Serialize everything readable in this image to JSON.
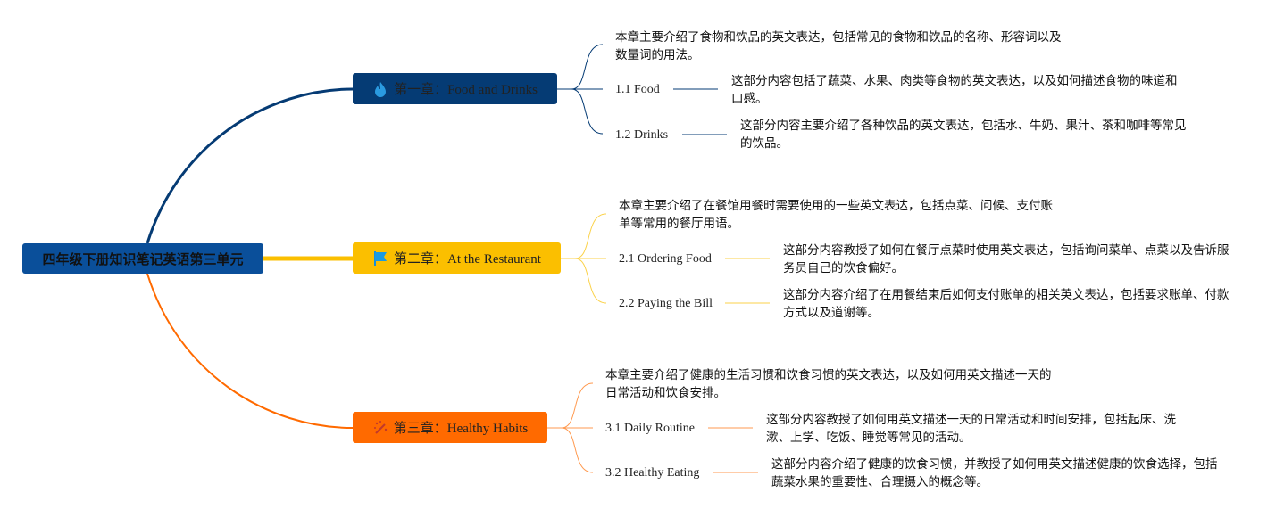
{
  "root": {
    "title": "四年级下册知识笔记英语第三单元"
  },
  "chapters": [
    {
      "title": "第一章：Food and Drinks",
      "icon": "fire-icon",
      "color": "#053b74",
      "summary": "本章主要介绍了食物和饮品的英文表达，包括常见的食物和饮品的名称、形容词以及数量词的用法。",
      "sections": [
        {
          "label": "1.1 Food",
          "desc": "这部分内容包括了蔬菜、水果、肉类等食物的英文表达，以及如何描述食物的味道和口感。"
        },
        {
          "label": "1.2 Drinks",
          "desc": "这部分内容主要介绍了各种饮品的英文表达，包括水、牛奶、果汁、茶和咖啡等常见的饮品。"
        }
      ]
    },
    {
      "title": "第二章：At the Restaurant",
      "icon": "flag-icon",
      "color": "#fbbf00",
      "summary": "本章主要介绍了在餐馆用餐时需要使用的一些英文表达，包括点菜、问候、支付账单等常用的餐厅用语。",
      "sections": [
        {
          "label": "2.1 Ordering Food",
          "desc": "这部分内容教授了如何在餐厅点菜时使用英文表达，包括询问菜单、点菜以及告诉服务员自己的饮食偏好。"
        },
        {
          "label": "2.2 Paying the Bill",
          "desc": "这部分内容介绍了在用餐结束后如何支付账单的相关英文表达，包括要求账单、付款方式以及道谢等。"
        }
      ]
    },
    {
      "title": "第三章：Healthy Habits",
      "icon": "magic-wand-icon",
      "color": "#ff6a00",
      "summary": "本章主要介绍了健康的生活习惯和饮食习惯的英文表达，以及如何用英文描述一天的日常活动和饮食安排。",
      "sections": [
        {
          "label": "3.1 Daily Routine",
          "desc": "这部分内容教授了如何用英文描述一天的日常活动和时间安排，包括起床、洗漱、上学、吃饭、睡觉等常见的活动。"
        },
        {
          "label": "3.2 Healthy Eating",
          "desc": "这部分内容介绍了健康的饮食习惯，并教授了如何用英文描述健康的饮食选择，包括蔬菜水果的重要性、合理摄入的概念等。"
        }
      ]
    }
  ]
}
